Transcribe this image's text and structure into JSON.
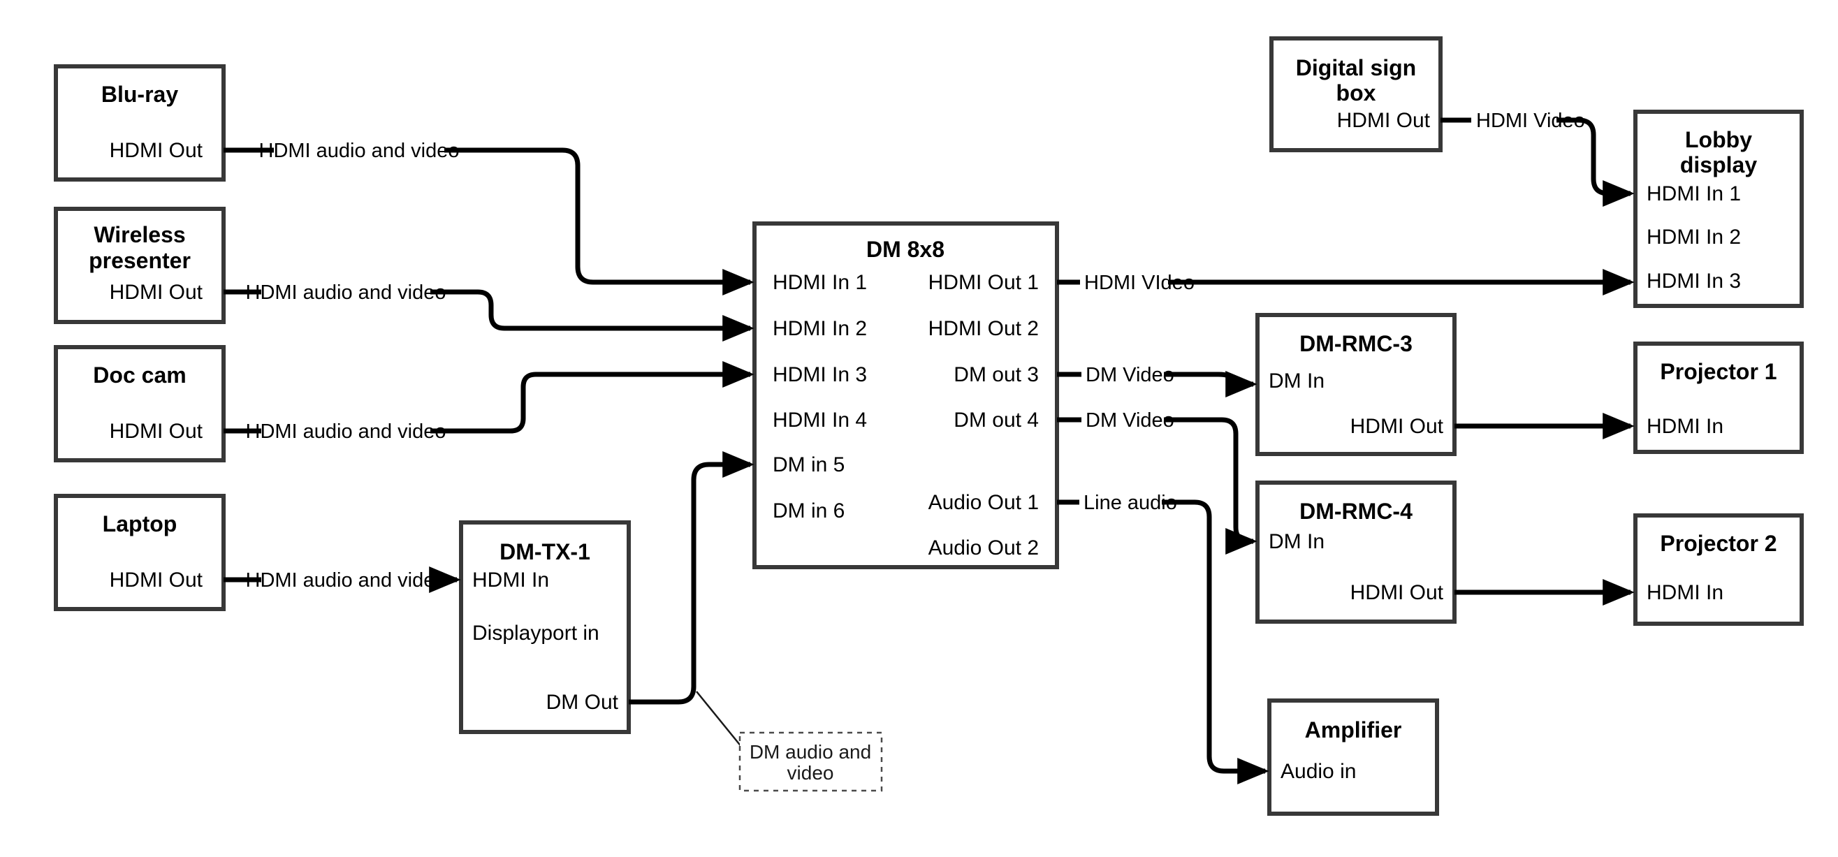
{
  "diagram": {
    "colors": {
      "background": "#ffffff",
      "box_border": "#383838",
      "line": "#000000"
    },
    "nodes": {
      "bluray": {
        "title": "Blu-ray",
        "port_out": "HDMI Out"
      },
      "wireless": {
        "title_line1": "Wireless",
        "title_line2": "presenter",
        "port_out": "HDMI Out"
      },
      "doccam": {
        "title": "Doc cam",
        "port_out": "HDMI Out"
      },
      "laptop": {
        "title": "Laptop",
        "port_out": "HDMI Out"
      },
      "dmtx1": {
        "title": "DM-TX-1",
        "port_hdmi_in": "HDMI In",
        "port_dp_in": "Displayport in",
        "port_dm_out": "DM Out"
      },
      "dm8x8": {
        "title": "DM 8x8",
        "inputs": [
          "HDMI In 1",
          "HDMI In 2",
          "HDMI In 3",
          "HDMI In 4",
          "DM in 5",
          "DM in 6"
        ],
        "outputs": [
          "HDMI Out 1",
          "HDMI Out 2",
          "DM out 3",
          "DM out 4",
          "Audio Out 1",
          "Audio Out 2"
        ]
      },
      "digital_sign": {
        "title_line1": "Digital sign",
        "title_line2": "box",
        "port_out": "HDMI Out"
      },
      "lobby": {
        "title_line1": "Lobby",
        "title_line2": "display",
        "inputs": [
          "HDMI In 1",
          "HDMI In 2",
          "HDMI In 3"
        ]
      },
      "dmrmc3": {
        "title": "DM-RMC-3",
        "port_in": "DM In",
        "port_out": "HDMI Out"
      },
      "projector1": {
        "title": "Projector 1",
        "port_in": "HDMI In"
      },
      "dmrmc4": {
        "title": "DM-RMC-4",
        "port_in": "DM In",
        "port_out": "HDMI Out"
      },
      "projector2": {
        "title": "Projector 2",
        "port_in": "HDMI In"
      },
      "amplifier": {
        "title": "Amplifier",
        "port_in": "Audio in"
      }
    },
    "labels": {
      "hdmi_av": "HDMI audio and video",
      "hdmi_video": "HDMI Video",
      "hdmi_video_typo": "HDMI VIdeo",
      "dm_video": "DM Video",
      "line_audio": "Line audio",
      "note_line1": "DM audio and",
      "note_line2": "video"
    }
  }
}
